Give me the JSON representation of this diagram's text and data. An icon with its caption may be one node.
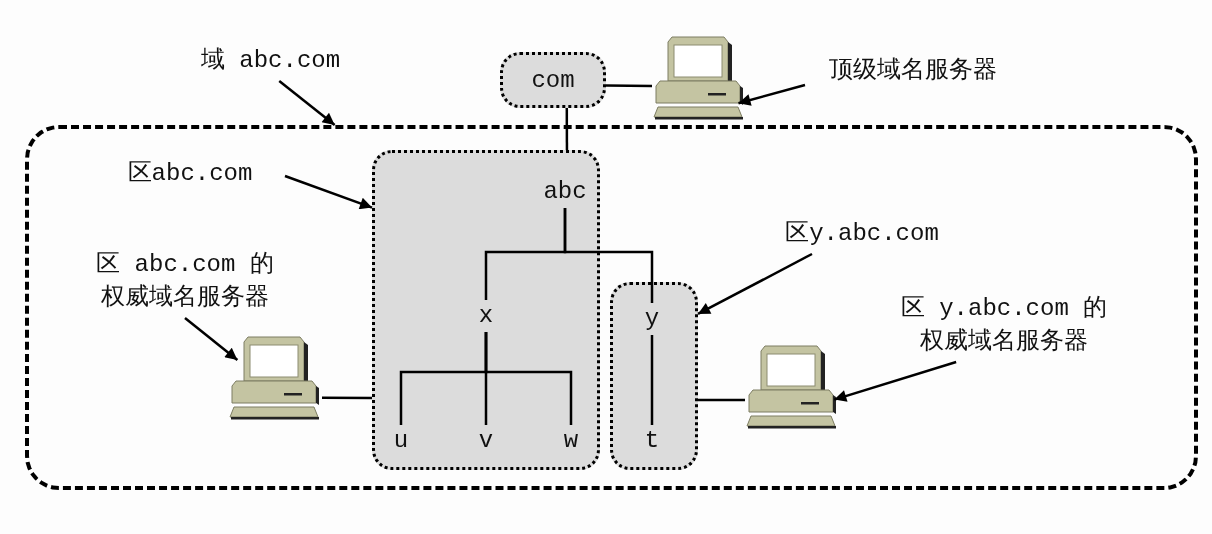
{
  "diagram": {
    "nodes": [
      {
        "text": [],
        "shape": "box"
      },
      {
        "text": [
          "域 abc.com"
        ]
      },
      {
        "text": [
          "com"
        ]
      },
      {
        "text": [],
        "shape": "computer"
      },
      {
        "text": [
          "顶级域名服务器"
        ]
      },
      {
        "text": [],
        "shape": "box",
        "in": 0
      },
      {
        "text": [
          "区abc.com"
        ],
        "in": 0
      },
      {
        "text": [
          "abc"
        ],
        "in": 5
      },
      {
        "text": [
          "x"
        ],
        "in": 5
      },
      {
        "text": [
          "u"
        ],
        "in": 5
      },
      {
        "text": [
          "v"
        ],
        "in": 5
      },
      {
        "text": [
          "w"
        ],
        "in": 5
      },
      {
        "text": [],
        "shape": "box",
        "in": 0
      },
      {
        "text": [
          "y"
        ],
        "in": 12
      },
      {
        "text": [
          "t"
        ],
        "in": 12
      },
      {
        "text": [
          "区y.abc.com"
        ],
        "in": 0
      },
      {
        "text": [
          "区 abc.com 的权威域名服务器"
        ],
        "in": 0
      },
      {
        "text": [],
        "shape": "computer",
        "in": 0
      },
      {
        "text": [],
        "shape": "computer",
        "in": 0
      },
      {
        "text": [
          "区 y.abc.com 的权威域名服务器"
        ],
        "in": 0
      }
    ],
    "edges": [
      {
        "from": 1,
        "to": 0,
        "arrow": "to"
      },
      {
        "from": 4,
        "to": 3,
        "arrow": "to"
      },
      {
        "from": 2,
        "to": 3,
        "arrow": "none"
      },
      {
        "from": 2,
        "to": 5,
        "arrow": "none"
      },
      {
        "from": 6,
        "to": 5,
        "arrow": "to"
      },
      {
        "from": 7,
        "to": 8,
        "arrow": "none"
      },
      {
        "from": 7,
        "to": 13,
        "arrow": "none"
      },
      {
        "from": 8,
        "to": 9,
        "arrow": "none"
      },
      {
        "from": 8,
        "to": 10,
        "arrow": "none"
      },
      {
        "from": 8,
        "to": 11,
        "arrow": "none"
      },
      {
        "from": 13,
        "to": 14,
        "arrow": "none"
      },
      {
        "from": 15,
        "to": 12,
        "arrow": "to"
      },
      {
        "from": 16,
        "to": 17,
        "arrow": "to"
      },
      {
        "from": 17,
        "to": 5,
        "arrow": "none"
      },
      {
        "from": 12,
        "to": 18,
        "arrow": "none"
      },
      {
        "from": 19,
        "to": 18,
        "arrow": "to"
      }
    ]
  }
}
